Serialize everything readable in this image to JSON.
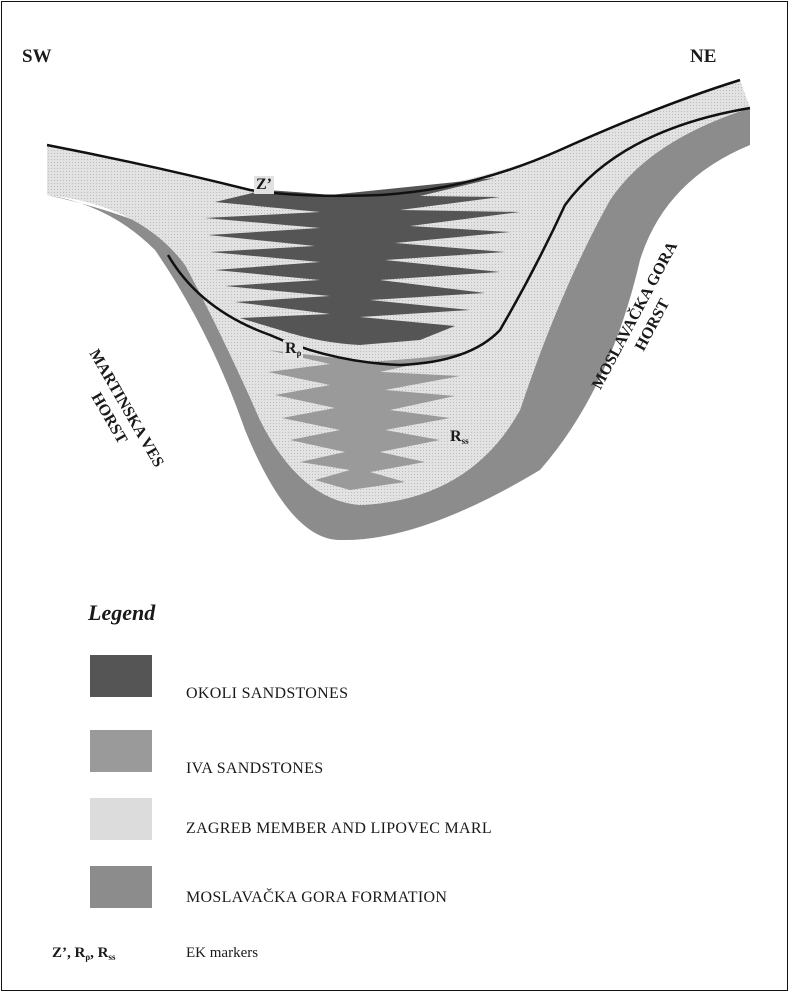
{
  "directions": {
    "left": "SW",
    "right": "NE"
  },
  "section_labels": {
    "left_horst": [
      "MARTINSKA VES",
      "HORST"
    ],
    "right_horst": [
      "MOSLAVAČKA GORA",
      "HORST"
    ],
    "marker_z": "Z’",
    "marker_rp": "R",
    "marker_rp_sub": "ρ",
    "marker_rss": "R",
    "marker_rss_sub": "ss"
  },
  "legend": {
    "title": "Legend",
    "items": [
      {
        "label": "OKOLI  SANDSTONES",
        "color": "#555555"
      },
      {
        "label": "IVA  SANDSTONES",
        "color": "#9a9a9a"
      },
      {
        "label": "ZAGREB  MEMBER AND LIPOVEC MARL",
        "color": "#dcdcdc"
      },
      {
        "label": "MOSLAVAČKA GORA FORMATION",
        "color": "#8c8c8c"
      }
    ],
    "markers": {
      "z": "Z’,",
      "r1": "R",
      "r1_sub": "ρ",
      "r1_sep": ",",
      "r2": "R",
      "r2_sub": "ss",
      "desc": "EK markers"
    }
  }
}
